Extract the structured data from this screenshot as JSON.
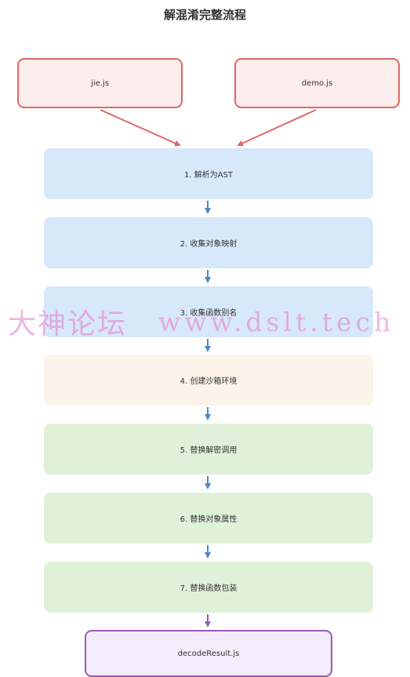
{
  "title": "解混淆完整流程",
  "inputs": {
    "jie": "jie.js",
    "demo": "demo.js"
  },
  "steps": [
    "1. 解析为AST",
    "2. 收集对象映射",
    "3. 收集函数别名",
    "4. 创建沙箱环境",
    "5. 替换解密调用",
    "6. 替换对象属性",
    "7. 替换函数包装"
  ],
  "output": "decodeResult.js",
  "watermark": {
    "cn": "大神论坛",
    "url": "www.dslt.tech"
  },
  "colors": {
    "input_border": "#e06666",
    "input_fill": "#fdeeee",
    "blue_fill": "#d8e8fb",
    "orange_fill": "#fcf3e9",
    "green_fill": "#e0f1da",
    "output_border": "#9b59b6",
    "output_fill": "#f3ecfa",
    "arrow_blue": "#4a86c8",
    "arrow_purple": "#9b59b6"
  }
}
